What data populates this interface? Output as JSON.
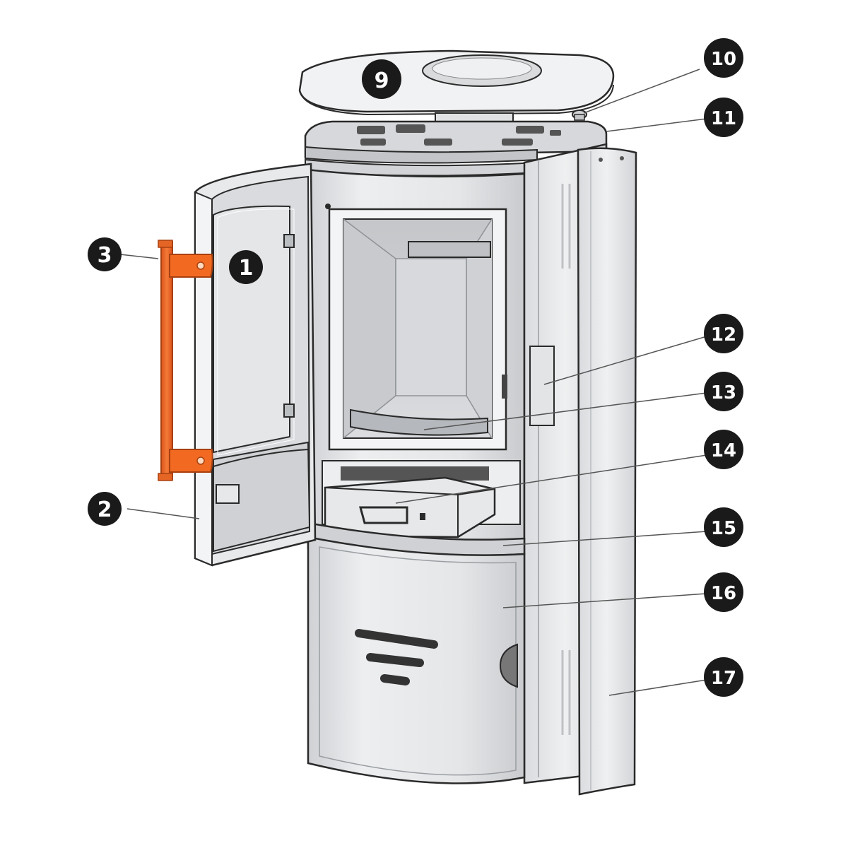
{
  "callouts": [
    {
      "id": "1",
      "label": "1"
    },
    {
      "id": "2",
      "label": "2"
    },
    {
      "id": "3",
      "label": "3"
    },
    {
      "id": "9",
      "label": "9"
    },
    {
      "id": "10",
      "label": "10"
    },
    {
      "id": "11",
      "label": "11"
    },
    {
      "id": "12",
      "label": "12"
    },
    {
      "id": "13",
      "label": "13"
    },
    {
      "id": "14",
      "label": "14"
    },
    {
      "id": "15",
      "label": "15"
    },
    {
      "id": "16",
      "label": "16"
    },
    {
      "id": "17",
      "label": "17"
    }
  ],
  "colors": {
    "highlight": "#f26a21",
    "outline": "#2a2a2a",
    "body": "#e9eaec",
    "shade": "#d6d8db",
    "dark": "#b8bbbf",
    "callout_fill": "#1a1a1a"
  },
  "highlighted_part": "3"
}
